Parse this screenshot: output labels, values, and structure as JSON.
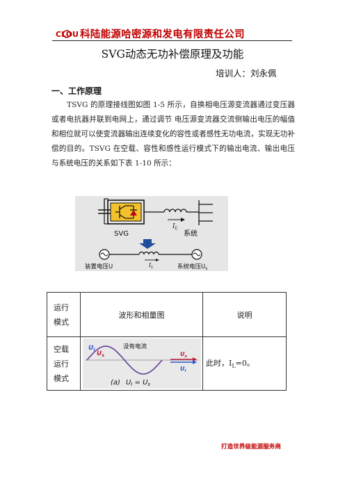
{
  "header": {
    "logo_text": "CLOU",
    "company": "科陆能源哈密源和发电有限责任公司"
  },
  "title": "SVG动态无功补偿原理及功能",
  "trainer": "培训人：刘永佩",
  "section_heading": "一、工作原理",
  "paragraph": "TSVG 的原理接线图如图 1-5 所示，自换相电压源变流器通过变压器或者电抗器并联到电网上，通过调节 电压源变流器交流侧输出电压的幅值和相位就可以使变流器输出连续变化的容性或者感性无功电流，实现无功补偿的目的。TSVG 在空载、容性和感性运行模式下的输出电流、输出电压与系统电压的关系如下表 1-10 所示：",
  "figure": {
    "svg_label": "SVG",
    "system_label": "系统",
    "current_label": "I",
    "current_sub": "L",
    "device_voltage_label": "装置电压U",
    "system_voltage_label": "系统电压U",
    "system_voltage_sub": "s",
    "colors": {
      "background": "#e6e6e6",
      "igbt_box": "#f3c12b",
      "arrow": "#1f4e9c",
      "diode": "#c0001a"
    }
  },
  "table": {
    "header": {
      "col1_line1": "运行",
      "col1_line2": "模式",
      "col2": "波形和相量图",
      "col3": "说明"
    },
    "row1": {
      "mode_line1": "空载",
      "mode_line2": "运行",
      "mode_line3": "模式",
      "note": "此时，I",
      "note_sub": "L",
      "note_tail": "=0。",
      "wave": {
        "label_ul": "U",
        "label_ul_sub": "I",
        "label_us": "U",
        "label_us_sub": "s",
        "no_current": "没有电流",
        "caption_prefix": "(a)",
        "caption_eq": "U",
        "caption_eq_sub1": "I",
        "caption_eq_mid": " = U",
        "caption_eq_sub2": "s",
        "colors": {
          "ul": "#2d55d0",
          "us": "#c01a3a"
        }
      }
    }
  },
  "footer": "打造世界级能源服务商"
}
